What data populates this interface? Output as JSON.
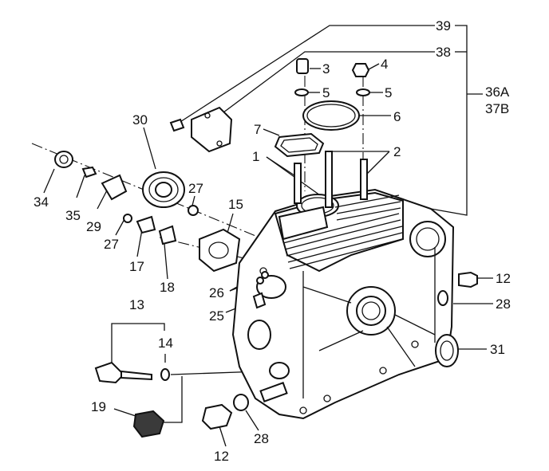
{
  "callouts": [
    {
      "id": "c39",
      "text": "39"
    },
    {
      "id": "c38",
      "text": "38"
    },
    {
      "id": "c36a",
      "text": "36A"
    },
    {
      "id": "c37b",
      "text": "37B"
    },
    {
      "id": "c3",
      "text": "3"
    },
    {
      "id": "c4",
      "text": "4"
    },
    {
      "id": "c5a",
      "text": "5"
    },
    {
      "id": "c5b",
      "text": "5"
    },
    {
      "id": "c6",
      "text": "6"
    },
    {
      "id": "c7",
      "text": "7"
    },
    {
      "id": "c1",
      "text": "1"
    },
    {
      "id": "c2",
      "text": "2"
    },
    {
      "id": "c30",
      "text": "30"
    },
    {
      "id": "c34",
      "text": "34"
    },
    {
      "id": "c35",
      "text": "35"
    },
    {
      "id": "c29",
      "text": "29"
    },
    {
      "id": "c27a",
      "text": "27"
    },
    {
      "id": "c27b",
      "text": "27"
    },
    {
      "id": "c15",
      "text": "15"
    },
    {
      "id": "c17",
      "text": "17"
    },
    {
      "id": "c18",
      "text": "18"
    },
    {
      "id": "c26",
      "text": "26"
    },
    {
      "id": "c25",
      "text": "25"
    },
    {
      "id": "c12a",
      "text": "12"
    },
    {
      "id": "c28a",
      "text": "28"
    },
    {
      "id": "c31",
      "text": "31"
    },
    {
      "id": "c13",
      "text": "13"
    },
    {
      "id": "c14",
      "text": "14"
    },
    {
      "id": "c19",
      "text": "19"
    },
    {
      "id": "c12b",
      "text": "12"
    },
    {
      "id": "c28b",
      "text": "28"
    }
  ],
  "icons": {
    "crankcase": "engine-crankcase-icon",
    "bearing": "ball-bearing-icon",
    "seal": "oil-seal-icon",
    "plug": "drain-plug-icon",
    "gasket": "gasket-icon",
    "stud": "stud-bolt-icon",
    "dipstick": "oil-dipstick-icon"
  }
}
